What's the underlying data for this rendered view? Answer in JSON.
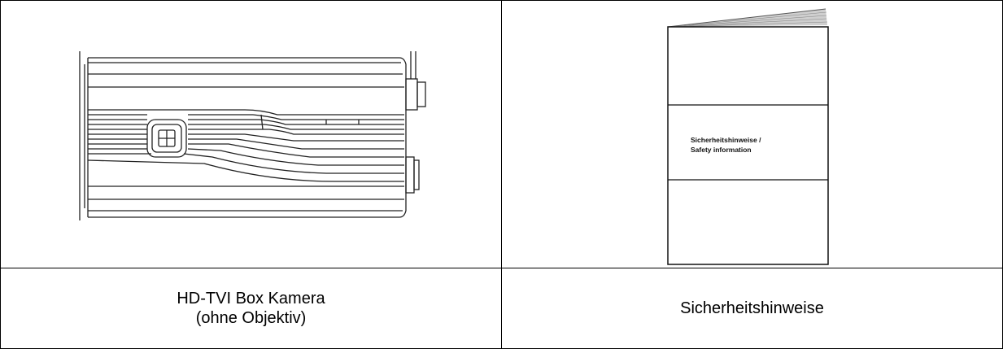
{
  "table": {
    "products": [
      {
        "image_icon": "box-camera-side-view-drawing",
        "caption_line1": "HD-TVI Box Kamera",
        "caption_line2": "(ohne Objektiv)"
      },
      {
        "image_icon": "safety-booklet-drawing",
        "booklet_text_line1": "Sicherheitshinweise /",
        "booklet_text_line2": "Safety information",
        "caption": "Sicherheitshinweise"
      }
    ]
  }
}
